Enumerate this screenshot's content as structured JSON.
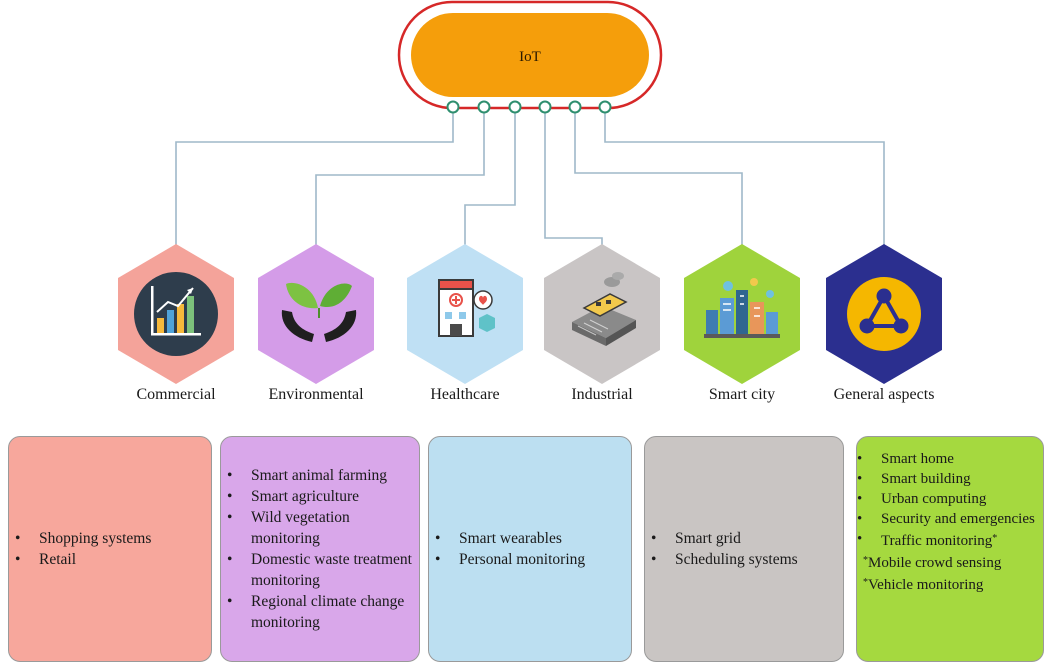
{
  "hub": {
    "label": "IoT",
    "fill": "#F59E0B",
    "ring": "#D62828"
  },
  "categories": [
    {
      "key": "commercial",
      "label": "Commercial",
      "hex": "#F4A39A",
      "icon": "bar-chart-growth-icon",
      "box": "#F7A79C"
    },
    {
      "key": "environmental",
      "label": "Environmental",
      "hex": "#D49CE8",
      "icon": "hands-leaves-icon",
      "box": "#D9A7EA"
    },
    {
      "key": "healthcare",
      "label": "Healthcare",
      "hex": "#BFE0F4",
      "icon": "hospital-icon",
      "box": "#BCDFF1"
    },
    {
      "key": "industrial",
      "label": "Industrial",
      "hex": "#C9C5C5",
      "icon": "factory-icon",
      "box": "#C9C5C3"
    },
    {
      "key": "smart_city",
      "label": "Smart city",
      "hex": "#9FD33C",
      "icon": "city-buildings-icon",
      "box": "#A5D93F"
    },
    {
      "key": "general",
      "label": "General aspects",
      "hex": "#2B2F8F",
      "icon": "network-nodes-icon",
      "box": null
    }
  ],
  "boxes": {
    "commercial": {
      "items": [
        "Shopping systems",
        "Retail"
      ]
    },
    "environmental": {
      "items": [
        "Smart animal farming",
        "Smart agriculture",
        "Wild vegetation monitoring",
        "Domestic waste treatment monitoring",
        "Regional climate change monitoring"
      ]
    },
    "healthcare": {
      "items": [
        "Smart wearables",
        "Personal monitoring"
      ]
    },
    "industrial": {
      "items": [
        "Smart grid",
        "Scheduling systems"
      ]
    },
    "smart_city": {
      "items": [
        "Smart home",
        "Smart building",
        "Urban computing",
        "Security and emergencies",
        "Traffic monitoring"
      ],
      "traffic_mark": "*",
      "notes": [
        {
          "mark": "*",
          "text": "Mobile crowd sensing"
        },
        {
          "mark": "*",
          "text": "Vehicle monitoring"
        }
      ]
    }
  }
}
